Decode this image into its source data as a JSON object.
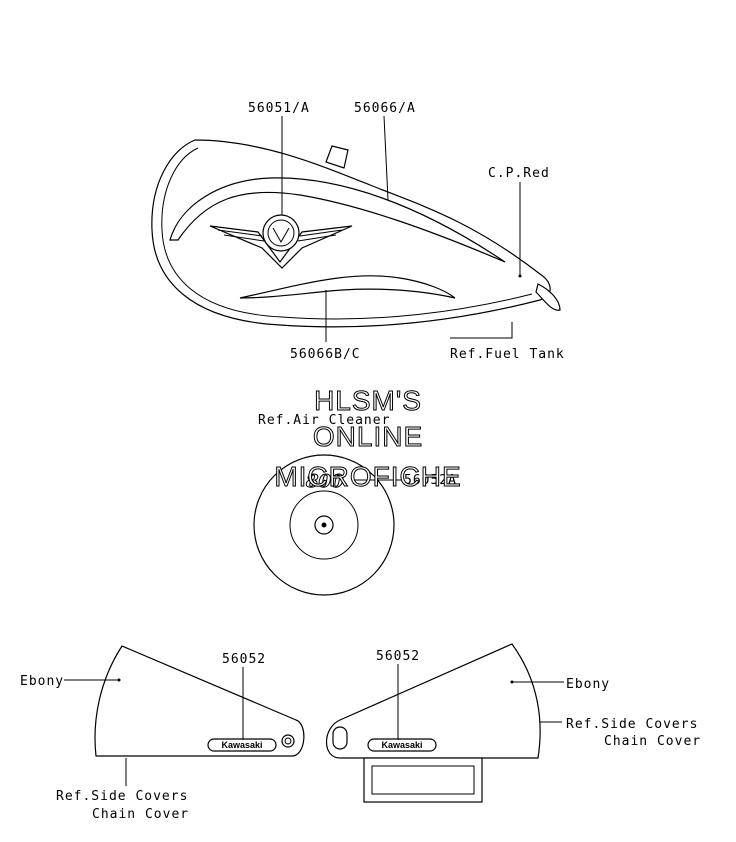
{
  "tank": {
    "part_top_left": "56051/A",
    "part_top_right": "56066/A",
    "color_note": "C.P.Red",
    "part_bottom": "56066B/C",
    "ref_note": "Ref.Fuel Tank"
  },
  "air_cleaner": {
    "ref_note": "Ref.Air Cleaner",
    "part": "56052A",
    "emblem_text": "800"
  },
  "watermark": {
    "line1": "HLSM'S",
    "line2": "ONLINE",
    "line3": "MICROFICHE"
  },
  "left_cover": {
    "part": "56052",
    "color_note": "Ebony",
    "ref_line1": "Ref.Side Covers",
    "ref_line2": "Chain Cover",
    "logo_text": "Kawasaki"
  },
  "right_cover": {
    "part": "56052",
    "color_note": "Ebony",
    "ref_line1": "Ref.Side Covers",
    "ref_line2": "Chain Cover",
    "logo_text": "Kawasaki"
  }
}
